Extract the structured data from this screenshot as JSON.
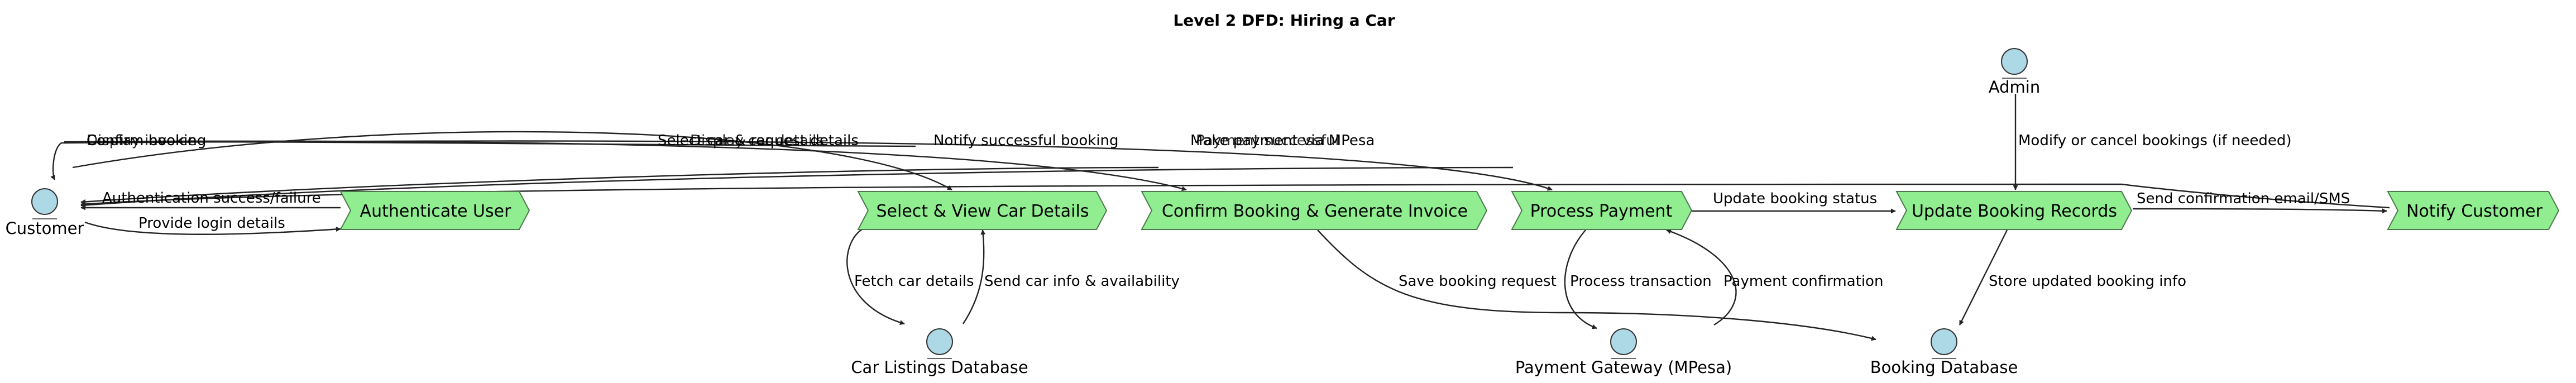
{
  "title": "Level 2 DFD: Hiring a Car",
  "colors": {
    "process_fill": "#90ee90",
    "process_stroke": "#4a7a4a",
    "actor_fill": "#add8e6",
    "actor_stroke": "#333333",
    "edge": "#222222"
  },
  "actors": {
    "customer": "Customer",
    "admin": "Admin",
    "car_db": "Car Listings Database",
    "payment_gateway": "Payment Gateway (MPesa)",
    "booking_db": "Booking Database"
  },
  "processes": {
    "authenticate": "Authenticate User",
    "select_view": "Select & View Car Details",
    "confirm_booking": "Confirm Booking & Generate Invoice",
    "process_payment": "Process Payment",
    "update_records": "Update Booking Records",
    "notify": "Notify Customer"
  },
  "flows": {
    "provide_login": "Provide login details",
    "auth_result": "Authentication success/failure",
    "select_car": "Select car & request details",
    "display_details": "Display car details",
    "confirm_booking": "Confirm booking",
    "display_invoice": "Display invoice",
    "make_payment": "Make payment via MPesa",
    "payment_success": "Payment successful",
    "notify_booking": "Notify successful booking",
    "fetch_car": "Fetch car details",
    "send_car_info": "Send car info & availability",
    "save_booking": "Save booking request",
    "process_transaction": "Process transaction",
    "payment_confirmation": "Payment confirmation",
    "update_status": "Update booking status",
    "modify_cancel": "Modify or cancel bookings (if needed)",
    "store_updated": "Store updated booking info",
    "send_confirmation": "Send confirmation email/SMS"
  }
}
